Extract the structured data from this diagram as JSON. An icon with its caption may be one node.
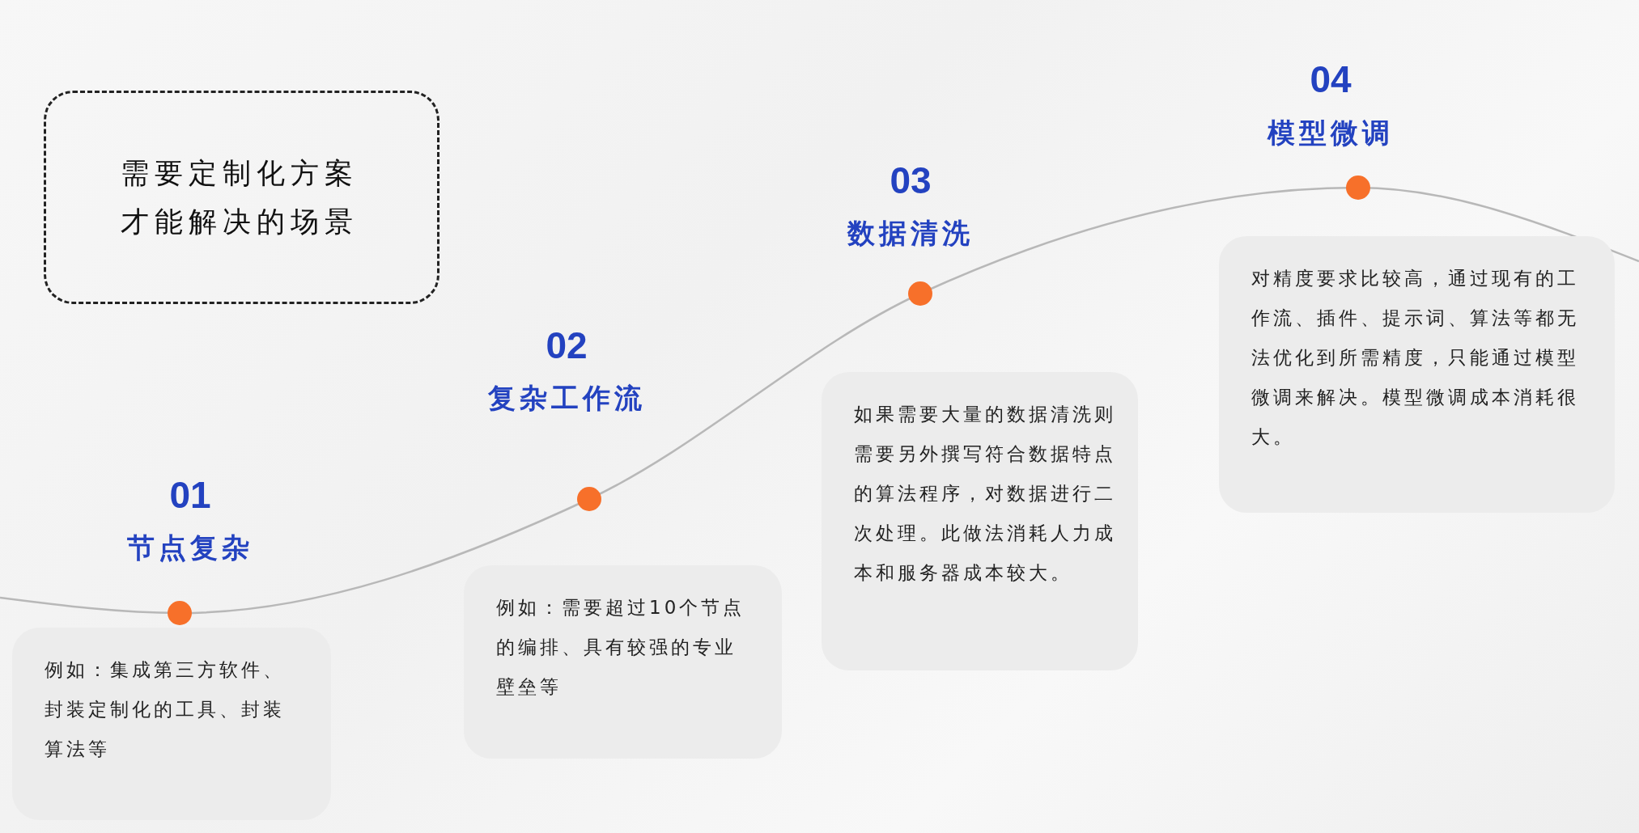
{
  "diagram": {
    "nodes": [
      {
        "text": [
          "需要定制化方案才能解决的场景"
        ]
      },
      {
        "text": [
          "例如：集成第三方软件、封装定制化的工具、封装算法等"
        ],
        "beside": [
          "01",
          "节点复杂"
        ]
      },
      {
        "text": [
          "例如：需要超过10个节点的编排、具有较强的专业壁垒等"
        ],
        "beside": [
          "02",
          "复杂工作流"
        ]
      },
      {
        "text": [
          "如果需要大量的数据清洗则需要另外撰写符合数据特点的算法程序，对数据进行二次处理。此做法消耗人力成本和服务器成本较大。"
        ],
        "beside": [
          "03",
          "数据清洗"
        ]
      },
      {
        "text": [
          "对精度要求比较高，通过现有的工作流、插件、提示词、算法等都无法优化到所需精度，只能通过模型微调来解决。模型微调成本消耗很大。"
        ],
        "beside": [
          "04",
          "模型微调"
        ]
      }
    ],
    "edges": []
  }
}
